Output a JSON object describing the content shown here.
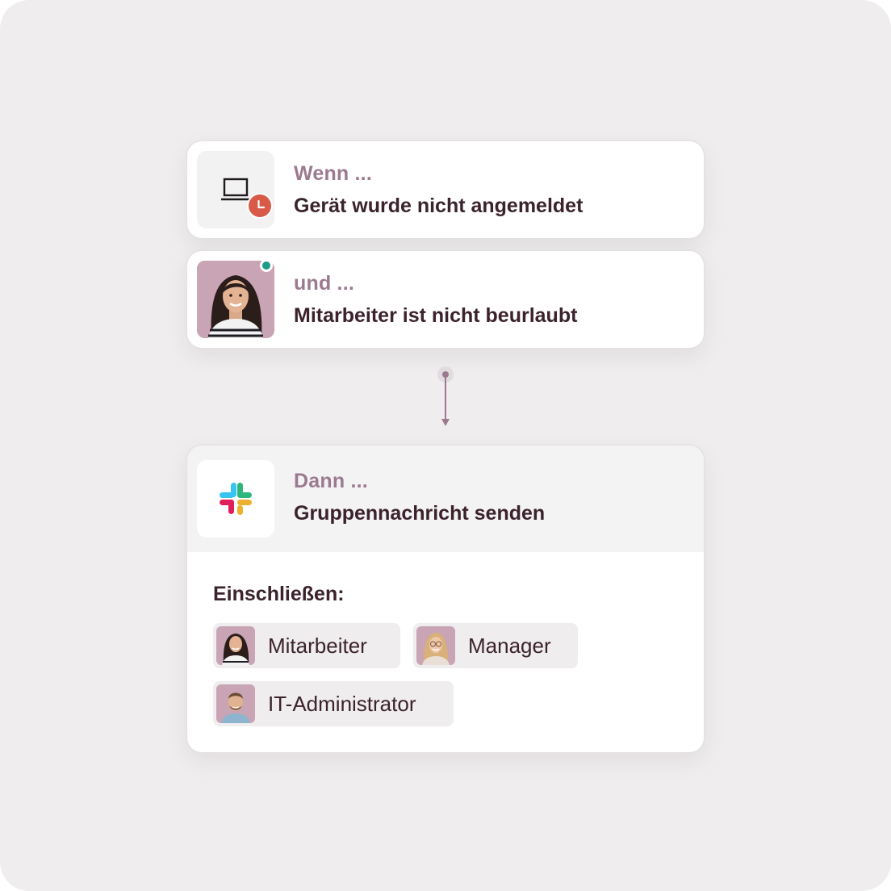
{
  "trigger": {
    "eyebrow": "Wenn ...",
    "title": "Gerät wurde nicht angemeldet",
    "icon": "laptop-icon",
    "badge": "clock-icon"
  },
  "condition": {
    "eyebrow": "und ...",
    "title": "Mitarbeiter ist nicht beurlaubt",
    "status": "online"
  },
  "action": {
    "eyebrow": "Dann ...",
    "title": "Gruppennachricht senden",
    "icon": "slack-icon"
  },
  "include": {
    "label": "Einschließen:",
    "recipients": [
      {
        "label": "Mitarbeiter"
      },
      {
        "label": "Manager"
      },
      {
        "label": "IT-Administrator"
      }
    ]
  },
  "colors": {
    "accent_muted": "#9b7a8f",
    "text_dark": "#3b222c",
    "clock_badge": "#d85a48",
    "online_dot": "#1c9b8a"
  }
}
